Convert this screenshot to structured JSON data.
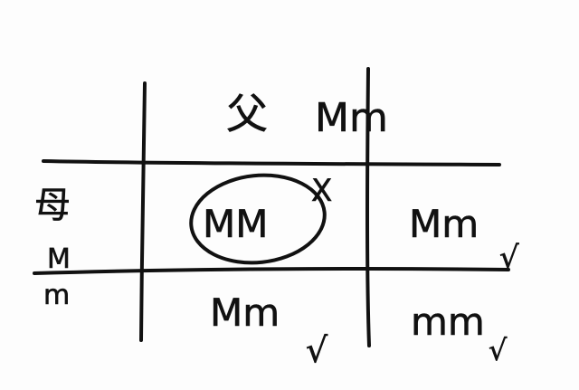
{
  "ink_color": "#111111",
  "paper_color": "#fdfdfd",
  "header": {
    "father_char": "父",
    "father_genotype": "Mm",
    "mother_char": "母",
    "mother_allele_top": "M",
    "mother_allele_bottom": "m"
  },
  "cells": {
    "mm_upper": "MM",
    "mixed_upper": "Mm",
    "mixed_lower": "Mm",
    "recessive": "mm"
  },
  "marks": {
    "cross": "X",
    "check": "√"
  }
}
